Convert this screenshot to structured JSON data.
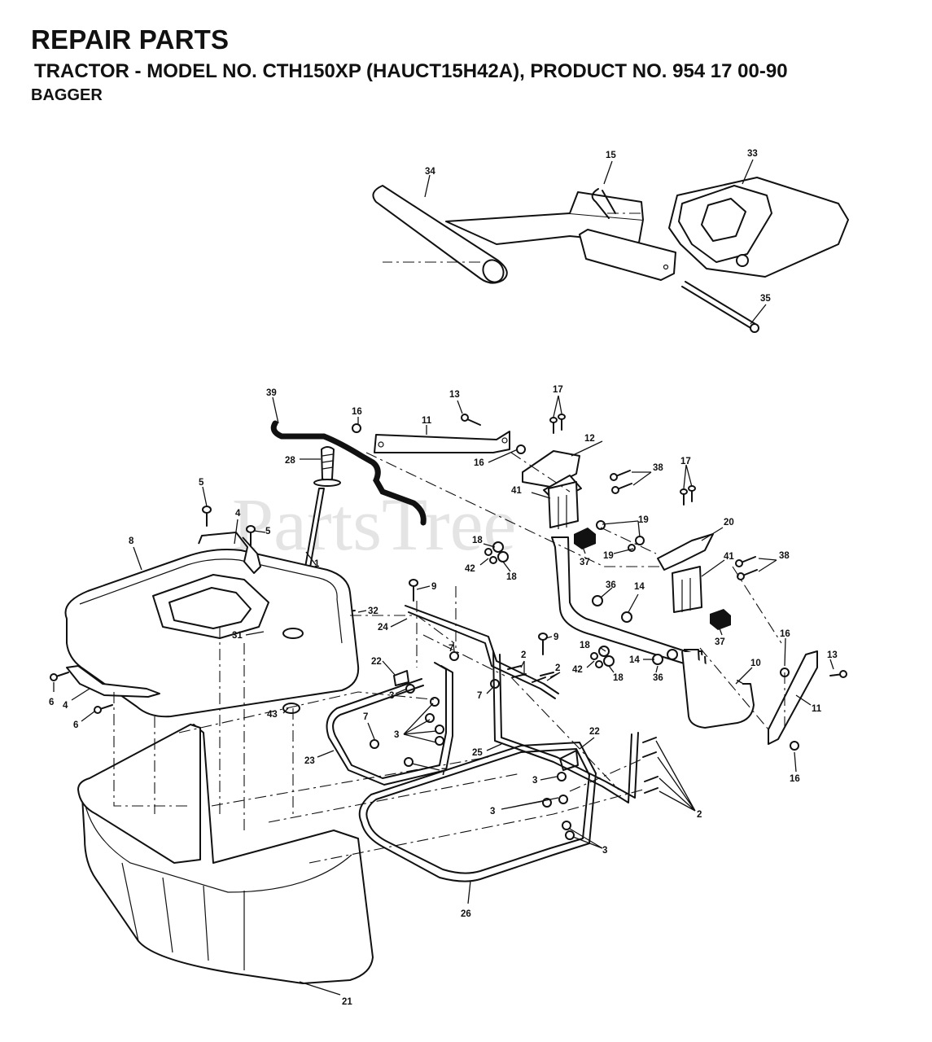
{
  "header": {
    "title": "REPAIR PARTS",
    "subtitle": "TRACTOR - MODEL NO. CTH150XP (HAUCT15H42A), PRODUCT NO. 954 17 00-90",
    "section": "BAGGER"
  },
  "watermark": "PartsTree",
  "callouts": {
    "c34": "34",
    "c15": "15",
    "c33": "33",
    "c35": "35",
    "c39": "39",
    "c28": "28",
    "c16a": "16",
    "c11a": "11",
    "c13a": "13",
    "c16b": "16",
    "c17a": "17",
    "c12": "12",
    "c38a": "38",
    "c17b": "17",
    "c41a": "41",
    "c19a": "19",
    "c19b": "19",
    "c20": "20",
    "c41b": "41",
    "c38b": "38",
    "c37a": "37",
    "c37b": "37",
    "c18a": "18",
    "c42a": "42",
    "c18b": "18",
    "c36a": "36",
    "c14a": "14",
    "c5a": "5",
    "c4a": "4",
    "c5b": "5",
    "c8": "8",
    "c1": "1",
    "c9a": "9",
    "c32": "32",
    "c24": "24",
    "c31": "31",
    "c22a": "22",
    "c2a": "2",
    "c9b": "9",
    "c2b": "2",
    "c7a": "7",
    "c7b": "7",
    "c18c": "18",
    "c42b": "42",
    "c18d": "18",
    "c14b": "14",
    "c36b": "36",
    "c10": "10",
    "c16c": "16",
    "c13b": "13",
    "c11b": "11",
    "c16d": "16",
    "c6a": "6",
    "c4b": "4",
    "c6b": "6",
    "c3a": "3",
    "c43": "43",
    "c3b": "3",
    "c7c": "7",
    "c23": "23",
    "c7d": "7",
    "c25": "25",
    "c22b": "22",
    "c3c": "3",
    "c3d": "3",
    "c2c": "2",
    "c3e": "3",
    "c26": "26",
    "c21": "21"
  }
}
